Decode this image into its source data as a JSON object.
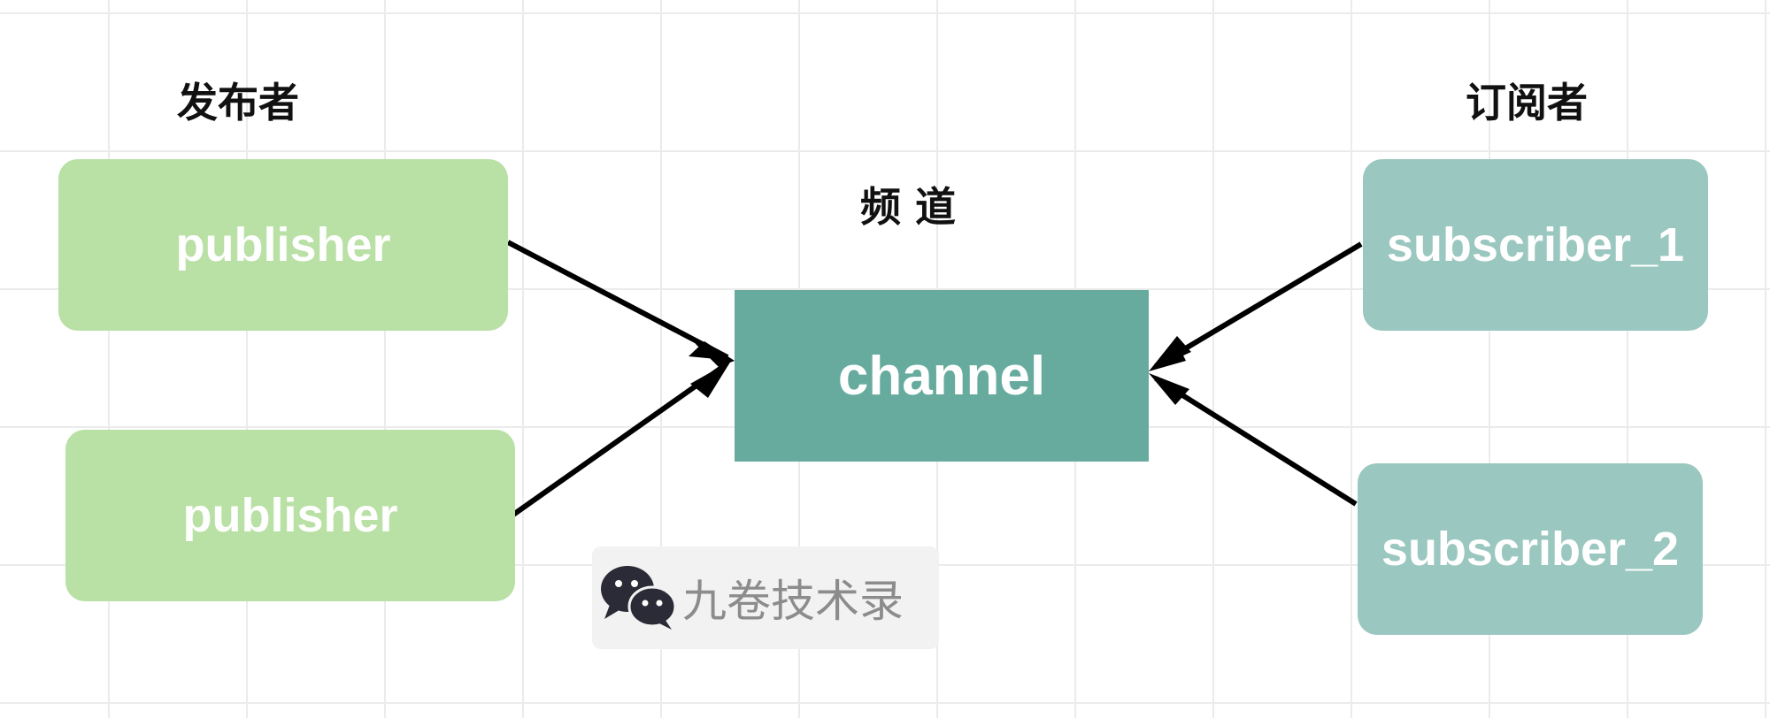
{
  "labels": {
    "publishers": "发布者",
    "channel": "频 道",
    "subscribers": "订阅者"
  },
  "nodes": {
    "publisher_1": "publisher",
    "publisher_2": "publisher",
    "channel": "channel",
    "subscriber_1": "subscriber_1",
    "subscriber_2": "subscriber_2"
  },
  "watermark": {
    "icon": "wechat-icon",
    "text": "九卷技术录"
  },
  "colors": {
    "publisher": "#b9e0a5",
    "channel": "#67ab9f",
    "subscriber": "#9ac7bf",
    "arrow": "#000000"
  }
}
